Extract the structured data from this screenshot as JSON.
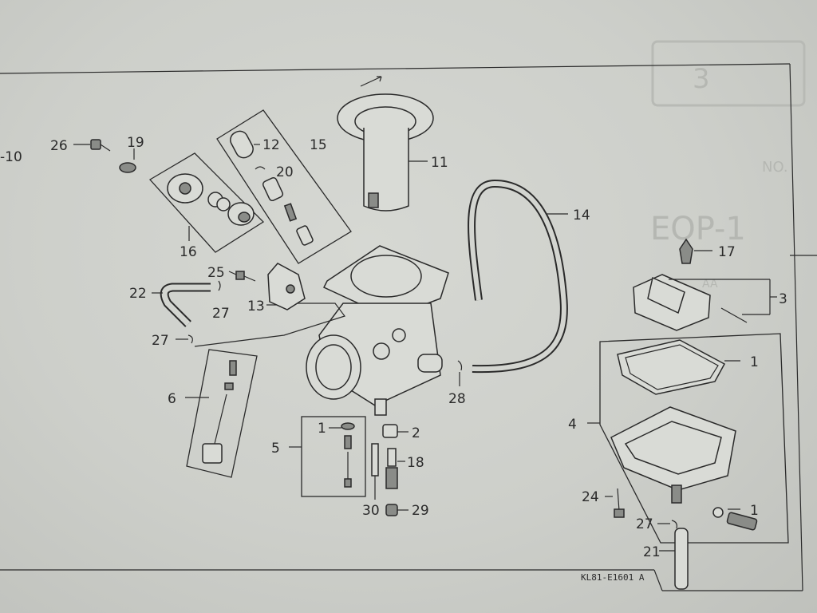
{
  "diagram": {
    "code_label": "KL81-E1601 A",
    "stamp_text": "3",
    "bg_text_1": "EOP-1",
    "bg_text_2": "NO.",
    "bg_text_3": "AA",
    "labels": {
      "p10": "-10",
      "p26": "26",
      "p19": "19",
      "p12": "12",
      "p15": "15",
      "p20": "20",
      "p11": "11",
      "p14": "14",
      "p16": "16",
      "p17": "17",
      "p3": "3",
      "p25": "25",
      "p22": "22",
      "p27a": "27",
      "p13": "13",
      "p27b": "27",
      "p1a": "1",
      "p6": "6",
      "p28": "28",
      "p4": "4",
      "p1b": "1",
      "p2": "2",
      "p5": "5",
      "p18": "18",
      "p24": "24",
      "p1c": "1",
      "p27c": "27",
      "p30": "30",
      "p29": "29",
      "p21": "21"
    }
  }
}
